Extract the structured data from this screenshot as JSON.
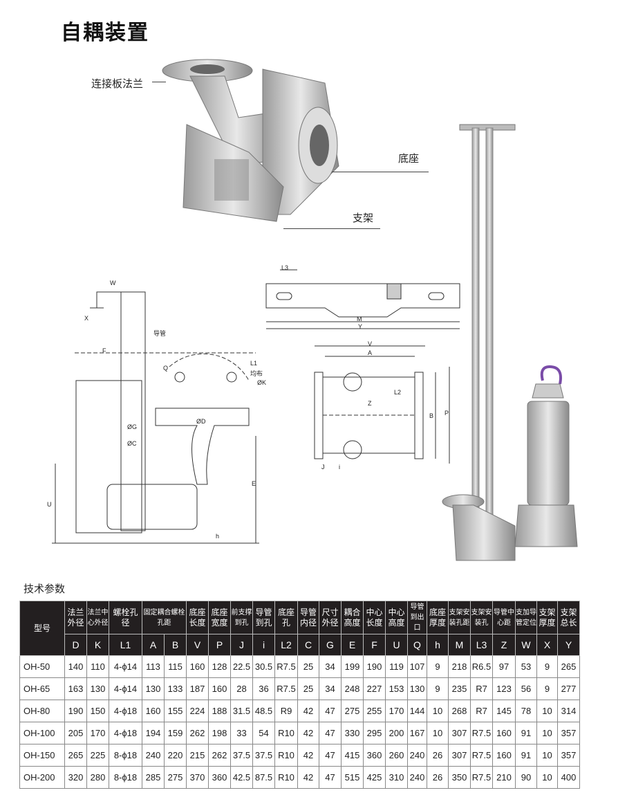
{
  "title": "自耦装置",
  "photo_labels": {
    "flange": "连接板法兰",
    "base": "底座",
    "bracket": "支架"
  },
  "drawing_labels": {
    "W": "W",
    "X": "X",
    "F": "F",
    "guide": "导管",
    "Q": "Q",
    "L1": "L1",
    "even": "均布",
    "K": "ØK",
    "D": "ØD",
    "G": "ØG",
    "C": "ØC",
    "E": "E",
    "U": "U",
    "h": "h",
    "L3": "L3",
    "M": "M",
    "Y": "Y",
    "V": "V",
    "A": "A",
    "Z": "Z",
    "L2": "L2",
    "B": "B",
    "P": "P",
    "J": "J",
    "i": "i"
  },
  "section_title": "技术参数",
  "table": {
    "model_header": "型号",
    "headers": [
      {
        "name": "法兰外径",
        "code": "D"
      },
      {
        "name": "法兰中心外径",
        "code": "K"
      },
      {
        "name": "螺栓孔径",
        "code": "L1"
      },
      {
        "name": "固定耦合螺栓孔距",
        "code": "A",
        "code2": "B"
      },
      {
        "name": "底座长度",
        "code": "V"
      },
      {
        "name": "底座宽度",
        "code": "P"
      },
      {
        "name": "前支撑到孔",
        "code": "J"
      },
      {
        "name": "导管到孔",
        "code": "i"
      },
      {
        "name": "底座孔",
        "code": "L2"
      },
      {
        "name": "导管内径",
        "code": "C"
      },
      {
        "name": "尺寸外径",
        "code": "G"
      },
      {
        "name": "耦合高度",
        "code": "E"
      },
      {
        "name": "中心长度",
        "code": "F"
      },
      {
        "name": "中心高度",
        "code": "U"
      },
      {
        "name": "导管到出口",
        "code": "Q"
      },
      {
        "name": "底座厚度",
        "code": "h"
      },
      {
        "name": "支架安装孔距",
        "code": "M"
      },
      {
        "name": "支架安装孔",
        "code": "L3"
      },
      {
        "name": "导管中心距",
        "code": "Z"
      },
      {
        "name": "支加导管定位",
        "code": "W"
      },
      {
        "name": "支架厚度",
        "code": "X"
      },
      {
        "name": "支架总长",
        "code": "Y"
      }
    ],
    "rows": [
      [
        "OH-50",
        "140",
        "110",
        "4-ϕ14",
        "113",
        "115",
        "160",
        "128",
        "22.5",
        "30.5",
        "R7.5",
        "25",
        "34",
        "199",
        "190",
        "119",
        "107",
        "9",
        "218",
        "R6.5",
        "97",
        "53",
        "9",
        "265"
      ],
      [
        "OH-65",
        "163",
        "130",
        "4-ϕ14",
        "130",
        "133",
        "187",
        "160",
        "28",
        "36",
        "R7.5",
        "25",
        "34",
        "248",
        "227",
        "153",
        "130",
        "9",
        "235",
        "R7",
        "123",
        "56",
        "9",
        "277"
      ],
      [
        "OH-80",
        "190",
        "150",
        "4-ϕ18",
        "160",
        "155",
        "224",
        "188",
        "31.5",
        "48.5",
        "R9",
        "42",
        "47",
        "275",
        "255",
        "170",
        "144",
        "10",
        "268",
        "R7",
        "145",
        "78",
        "10",
        "314"
      ],
      [
        "OH-100",
        "205",
        "170",
        "4-ϕ18",
        "194",
        "159",
        "262",
        "198",
        "33",
        "54",
        "R10",
        "42",
        "47",
        "330",
        "295",
        "200",
        "167",
        "10",
        "307",
        "R7.5",
        "160",
        "91",
        "10",
        "357"
      ],
      [
        "OH-150",
        "265",
        "225",
        "8-ϕ18",
        "240",
        "220",
        "215",
        "262",
        "37.5",
        "37.5",
        "R10",
        "42",
        "47",
        "415",
        "360",
        "260",
        "240",
        "26",
        "307",
        "R7.5",
        "160",
        "91",
        "10",
        "357"
      ],
      [
        "OH-200",
        "320",
        "280",
        "8-ϕ18",
        "285",
        "275",
        "370",
        "360",
        "42.5",
        "87.5",
        "R10",
        "42",
        "47",
        "515",
        "425",
        "310",
        "240",
        "26",
        "350",
        "R7.5",
        "210",
        "90",
        "10",
        "400"
      ]
    ]
  }
}
